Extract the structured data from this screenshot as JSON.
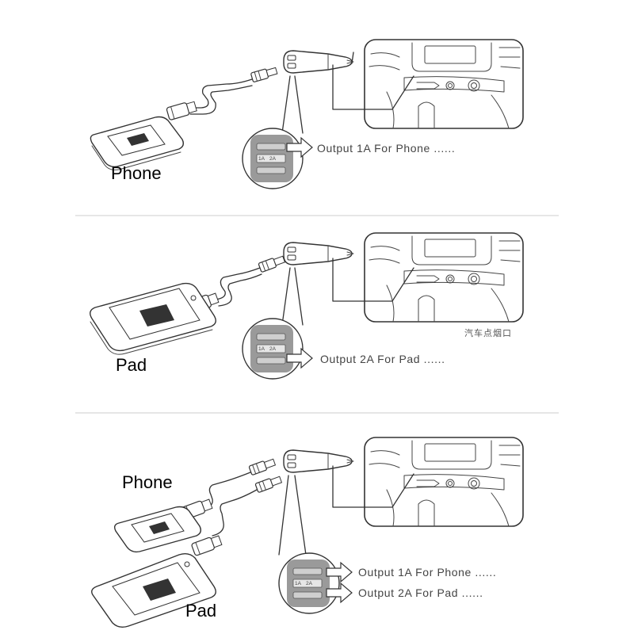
{
  "panels": [
    {
      "device_label": "Phone",
      "outputs": [
        "Output 1A For Phone ......"
      ],
      "port_labels": [
        "1A",
        "2A"
      ]
    },
    {
      "device_label": "Pad",
      "outputs": [
        "Output 2A For Pad ......"
      ],
      "port_labels": [
        "1A",
        "2A"
      ],
      "socket_caption": "汽车点烟口"
    },
    {
      "device_labels": [
        "Phone",
        "Pad"
      ],
      "outputs": [
        "Output 1A For Phone ......",
        "Output 2A For Pad ......"
      ],
      "port_labels": [
        "1A",
        "2A"
      ]
    }
  ],
  "icons": [
    "phone-icon",
    "tablet-icon",
    "usb-cable-icon",
    "car-charger-icon",
    "car-dashboard-icon",
    "arrow-icon"
  ],
  "colors": {
    "lens_fill": "#9a9a9a",
    "port_fill": "#cfcfcf",
    "line": "#333333",
    "divider": "#cccccc"
  }
}
